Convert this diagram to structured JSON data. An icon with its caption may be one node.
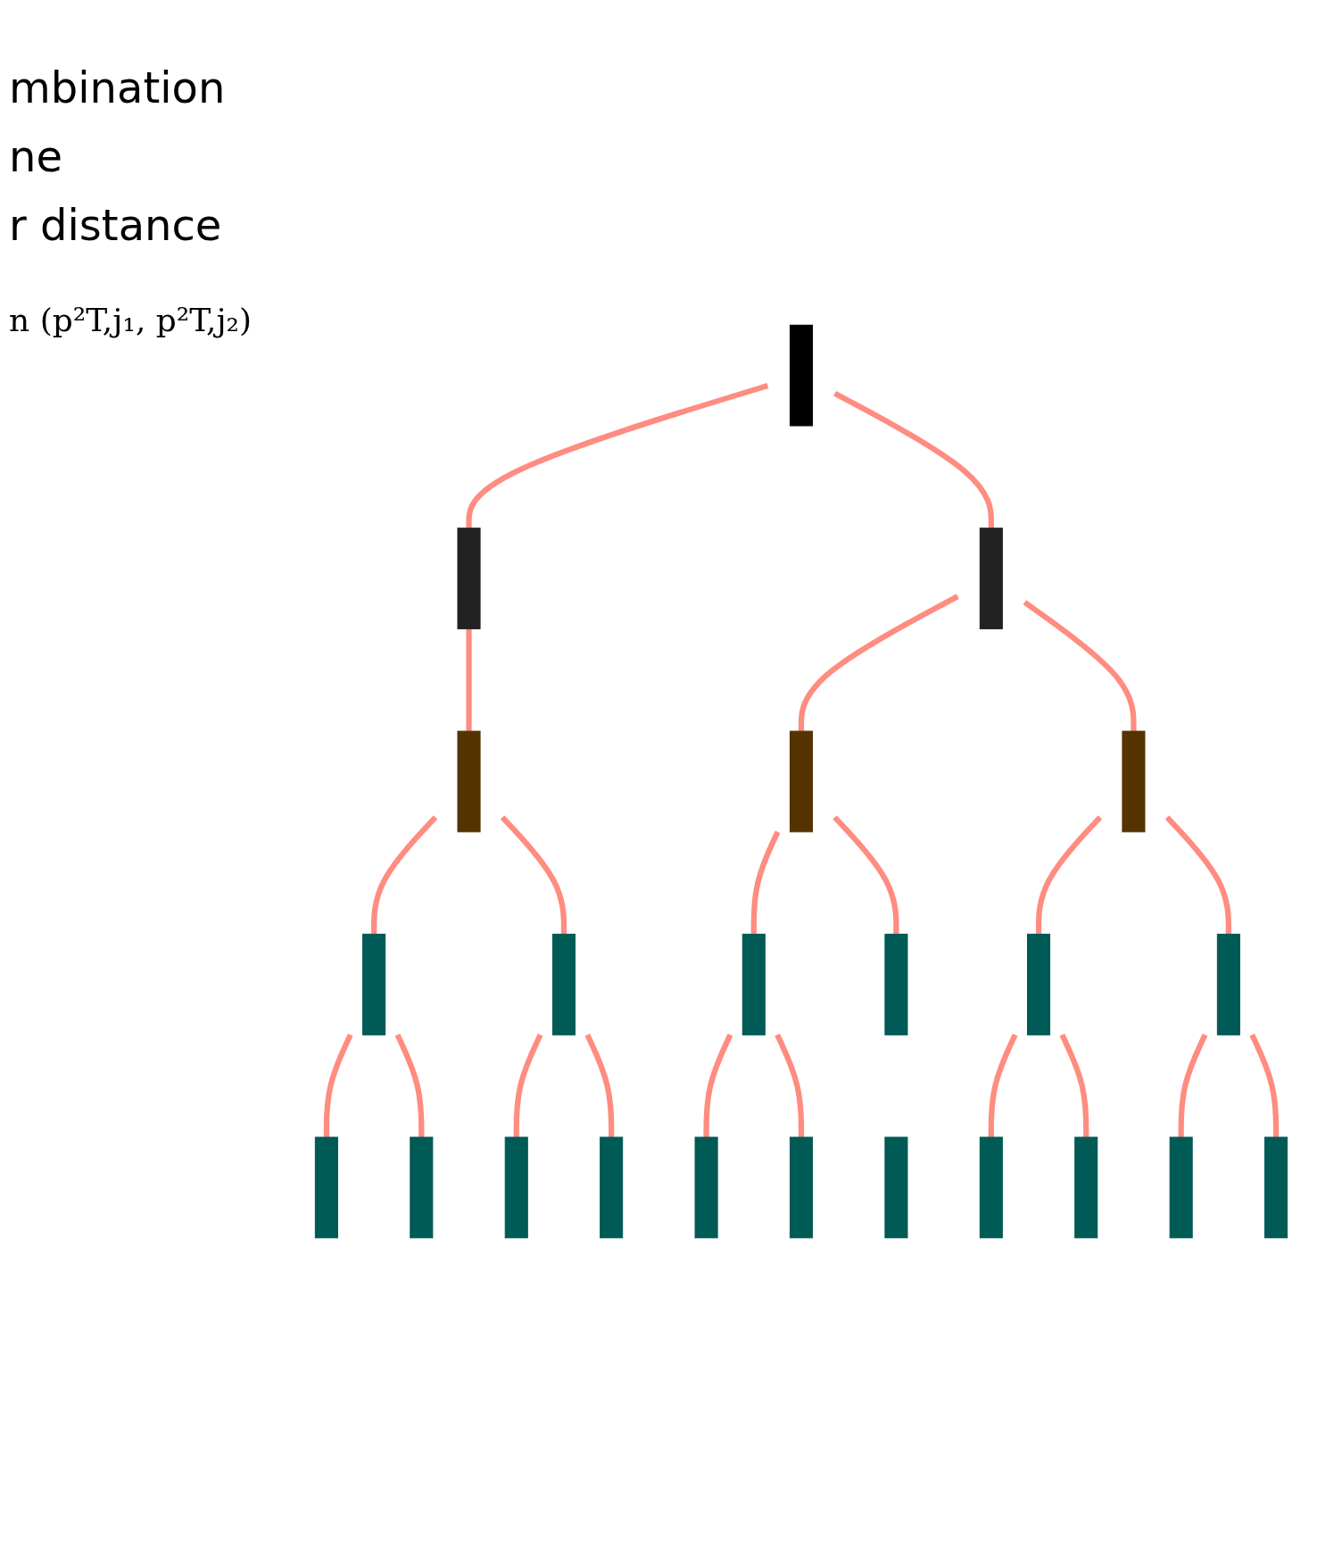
{
  "diagram": {
    "nodes": [
      {
        "text": [],
        "shape": "bar"
      },
      {
        "text": [],
        "shape": "bar"
      },
      {
        "text": [],
        "shape": "bar"
      },
      {
        "text": [],
        "shape": "bar"
      },
      {
        "text": [],
        "shape": "bar"
      },
      {
        "text": [],
        "shape": "bar"
      },
      {
        "text": [],
        "shape": "bar"
      },
      {
        "text": [],
        "shape": "bar"
      },
      {
        "text": [],
        "shape": "bar"
      },
      {
        "text": [],
        "shape": "bar"
      },
      {
        "text": [],
        "shape": "bar"
      },
      {
        "text": [],
        "shape": "bar"
      },
      {
        "text": [],
        "shape": "bar"
      },
      {
        "text": [],
        "shape": "bar"
      },
      {
        "text": [],
        "shape": "bar"
      },
      {
        "text": [],
        "shape": "bar"
      },
      {
        "text": [],
        "shape": "bar"
      },
      {
        "text": [],
        "shape": "bar"
      },
      {
        "text": [],
        "shape": "bar"
      },
      {
        "text": [],
        "shape": "bar"
      },
      {
        "text": [],
        "shape": "bar"
      },
      {
        "text": [],
        "shape": "bar"
      },
      {
        "text": [],
        "shape": "bar"
      }
    ],
    "edges": [
      {
        "from": 0,
        "to": 1,
        "arrow": "none"
      },
      {
        "from": 0,
        "to": 2,
        "arrow": "none"
      },
      {
        "from": 1,
        "to": 3,
        "arrow": "none"
      },
      {
        "from": 2,
        "to": 4,
        "arrow": "none"
      },
      {
        "from": 2,
        "to": 5,
        "arrow": "none"
      },
      {
        "from": 3,
        "to": 6,
        "arrow": "none"
      },
      {
        "from": 3,
        "to": 7,
        "arrow": "none"
      },
      {
        "from": 4,
        "to": 8,
        "arrow": "none"
      },
      {
        "from": 4,
        "to": 9,
        "arrow": "none"
      },
      {
        "from": 5,
        "to": 10,
        "arrow": "none"
      },
      {
        "from": 5,
        "to": 11,
        "arrow": "none"
      },
      {
        "from": 6,
        "to": 12,
        "arrow": "none"
      },
      {
        "from": 6,
        "to": 13,
        "arrow": "none"
      },
      {
        "from": 7,
        "to": 14,
        "arrow": "none"
      },
      {
        "from": 7,
        "to": 15,
        "arrow": "none"
      },
      {
        "from": 8,
        "to": 16,
        "arrow": "none"
      },
      {
        "from": 8,
        "to": 17,
        "arrow": "none"
      },
      {
        "from": 10,
        "to": 19,
        "arrow": "none"
      },
      {
        "from": 10,
        "to": 20,
        "arrow": "none"
      },
      {
        "from": 11,
        "to": 21,
        "arrow": "none"
      },
      {
        "from": 11,
        "to": 22,
        "arrow": "none"
      }
    ],
    "labels": [
      "mbination",
      "ne",
      "r distance",
      "n (p²T,j₁, p²T,j₂)"
    ]
  }
}
